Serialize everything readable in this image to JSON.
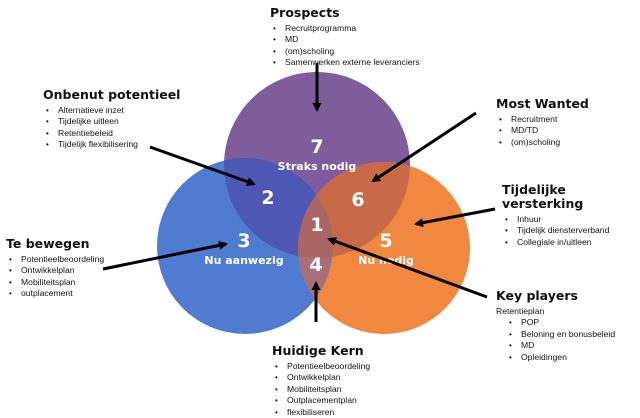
{
  "colors": {
    "prospects": "#7f5c9b",
    "nu_aanwezig": "#4f7bd0",
    "nu_nodig": "#f1883f",
    "overlap_2": "#4d57b4",
    "overlap_6": "#c86a48",
    "overlap_4": "#a96f79",
    "overlap_1": "#a96665",
    "arrow": "#000000",
    "text_on_circle": "#ffffff"
  },
  "circles": {
    "top": {
      "number": "7",
      "label": "Straks nodig"
    },
    "left": {
      "number": "3",
      "label": "Nu aanwezig"
    },
    "right": {
      "number": "5",
      "label": "Nu nodig"
    }
  },
  "overlaps": {
    "center": "1",
    "top_left": "2",
    "bottom_left": "4",
    "top_right": "6"
  },
  "blocks": {
    "prospects": {
      "title": "Prospects",
      "items": [
        "Recruitprogramma",
        "MD",
        "(om)scholing",
        "Samenwerken externe leveranciers"
      ]
    },
    "onbenut": {
      "title": "Onbenut potentieel",
      "items": [
        "Alternatieve inzet",
        "Tijdelijke uitleen",
        "Retentiebeleid",
        "Tijdelijk flexibilisering"
      ]
    },
    "most_wanted": {
      "title": "Most Wanted",
      "items": [
        "Recruitment",
        "MD/TD",
        "(om)scholing"
      ]
    },
    "tijdelijke": {
      "title": "Tijdelijke versterking",
      "items": [
        "Inhuur",
        "Tijdelijk diensterverband",
        "Collegiale in/uitleen"
      ]
    },
    "te_bewegen": {
      "title": "Te bewegen",
      "items": [
        "Potentieelbeoordeling",
        "Ontwikkelplan",
        "Mobiliteitsplan",
        "outplacement"
      ]
    },
    "key_players": {
      "title": "Key players",
      "subtitle": "Retentieplan",
      "items": [
        "POP",
        "Beloning en bonusbeleid",
        "MD",
        "Opleidingen"
      ]
    },
    "huidige_kern": {
      "title": "Huidige Kern",
      "items": [
        "Potentieelbeoordeling",
        "Ontwikkelplan",
        "Mobiliteitsplan",
        "Outplacementplan",
        "flexibiliseren"
      ]
    }
  }
}
